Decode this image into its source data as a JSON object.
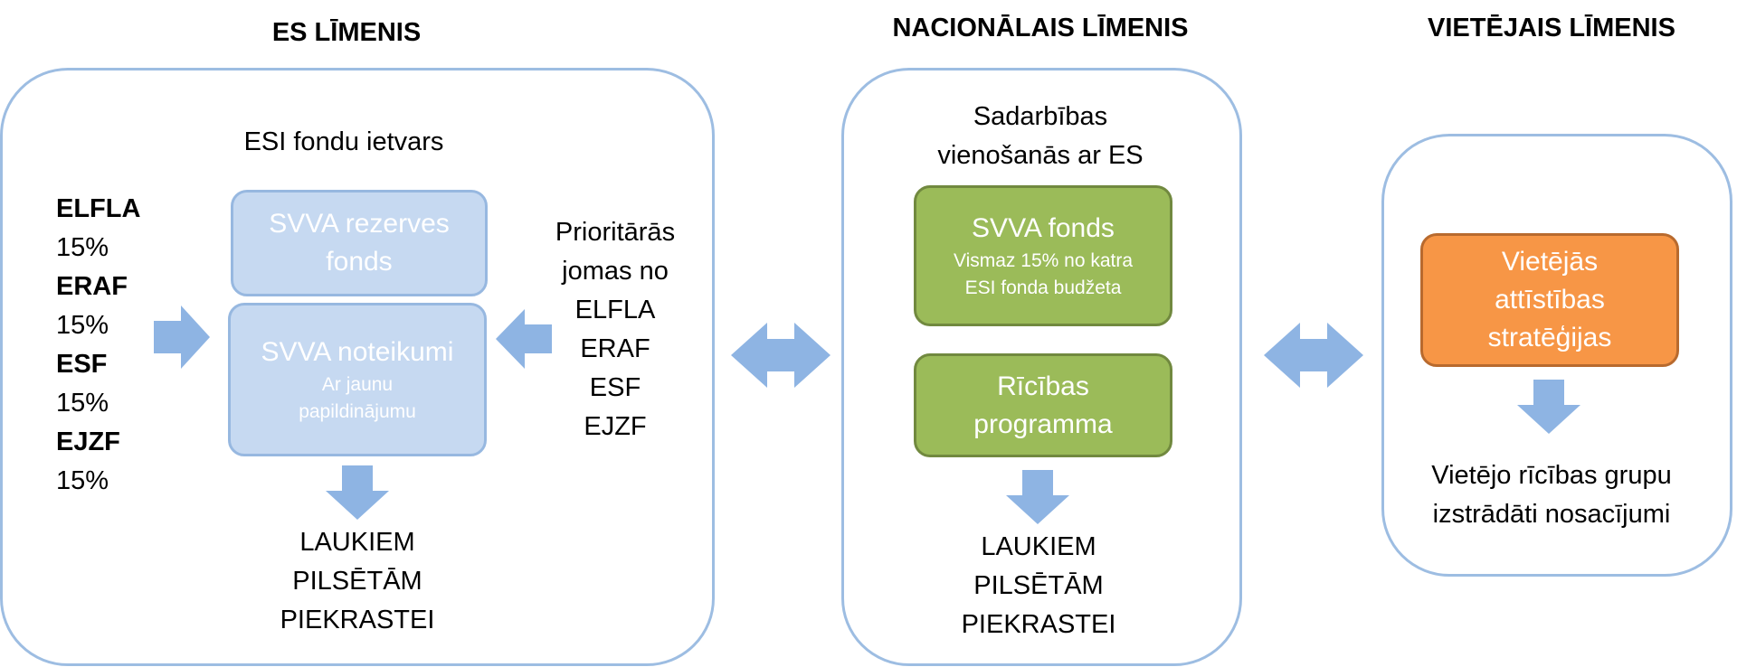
{
  "levels": {
    "eu": {
      "title": "ES LĪMENIS",
      "framework": "ESI fondu ietvars",
      "funds": [
        {
          "name": "ELFLA",
          "pct": "15%"
        },
        {
          "name": "ERAF",
          "pct": "15%"
        },
        {
          "name": "ESF",
          "pct": "15%"
        },
        {
          "name": "EJZF",
          "pct": "15%"
        }
      ],
      "reserve_box": {
        "line1": "SVVA rezerves",
        "line2": "fonds"
      },
      "rules_box": {
        "main": "SVVA noteikumi",
        "sub1": "Ar  jaunu",
        "sub2": "papildinājumu"
      },
      "priority": [
        "Prioritārās",
        "jomas no",
        "ELFLA",
        "ERAF",
        "ESF",
        "EJZF"
      ],
      "targets": [
        "LAUKIEM",
        "PILSĒTĀM",
        "PIEKRASTEI"
      ]
    },
    "national": {
      "title": "NACIONĀLAIS LĪMENIS",
      "agreement": [
        "Sadarbības",
        "vienošanās ar ES"
      ],
      "fund_box": {
        "main": "SVVA fonds",
        "sub1": "Vismaz 15% no katra",
        "sub2": "ESI fonda budžeta"
      },
      "program_box": {
        "line1": "Rīcības",
        "line2": "programma"
      },
      "targets": [
        "LAUKIEM",
        "PILSĒTĀM",
        "PIEKRASTEI"
      ]
    },
    "local": {
      "title": "VIETĒJAIS LĪMENIS",
      "strategy_box": {
        "line1": "Vietējās",
        "line2": "attīstības",
        "line3": "stratēģijas"
      },
      "conditions": [
        "Vietējo rīcības grupu",
        "izstrādāti nosacījumi"
      ]
    }
  },
  "colors": {
    "panel_border": "#9dbde2",
    "arrow": "#8eb4e3",
    "blue_box": "#c6d9f1",
    "green_box": "#9bbb59",
    "orange_box": "#f79646"
  }
}
